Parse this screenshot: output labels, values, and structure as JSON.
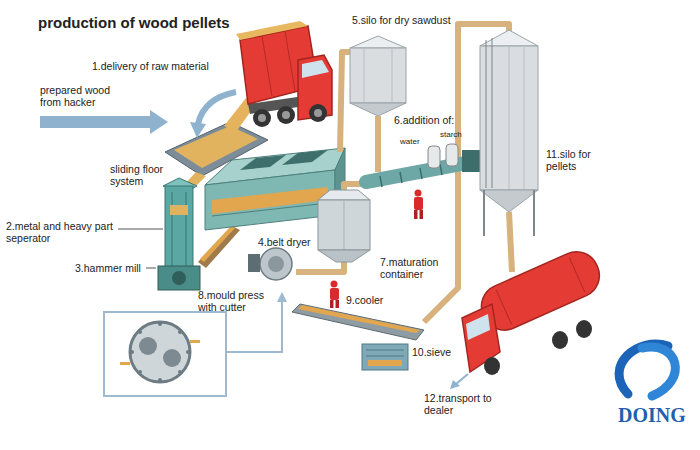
{
  "diagram": {
    "title": "production of wood pellets",
    "labels": [
      "1.delivery of raw material",
      "prepared wood from hacker",
      "sliding floor system",
      "2.metal and heavy part seperator",
      "3.hammer mill",
      "4.belt dryer",
      "5.silo for dry sawdust",
      "6.addition of:",
      "water",
      "starch",
      "7.maturation container",
      "8.mould press with cutter",
      "9.cooler",
      "10.sieve",
      "11.silo for pellets",
      "12.transport to dealer",
      "DOING"
    ]
  }
}
